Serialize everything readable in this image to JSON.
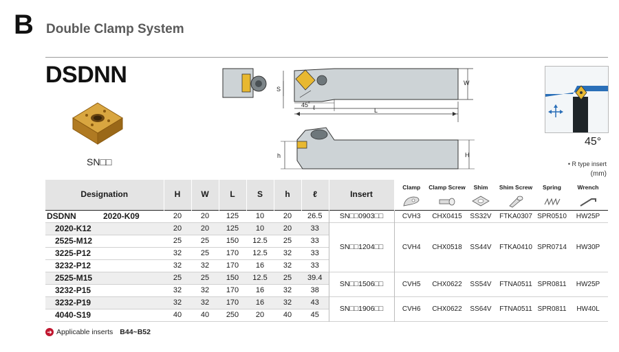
{
  "header": {
    "section_letter": "B",
    "section_title": "Double Clamp System",
    "model": "DSDNN"
  },
  "insert": {
    "label": "SN□□"
  },
  "drawing": {
    "dim_s": "S",
    "dim_w": "W",
    "dim_angle": "45˚",
    "dim_l_small": "ℓ",
    "dim_l": "L",
    "dim_h_small": "h",
    "dim_h": "H"
  },
  "angle": {
    "value": "45°"
  },
  "notes": {
    "r_type": "• R type insert",
    "unit": "(mm)"
  },
  "table": {
    "headers": {
      "designation": "Designation",
      "h_big": "H",
      "w": "W",
      "l_big": "L",
      "s": "S",
      "h_small": "h",
      "l_small": "ℓ",
      "insert": "Insert",
      "clamp": "Clamp",
      "clamp_screw": "Clamp Screw",
      "shim": "Shim",
      "shim_screw": "Shim Screw",
      "spring": "Spring",
      "wrench": "Wrench"
    },
    "family": "DSDNN",
    "rows": [
      {
        "des": "2020-K09",
        "H": "20",
        "W": "20",
        "L": "125",
        "S": "10",
        "h": "20",
        "l": "26.5"
      },
      {
        "des": "2020-K12",
        "H": "20",
        "W": "20",
        "L": "125",
        "S": "10",
        "h": "20",
        "l": "33"
      },
      {
        "des": "2525-M12",
        "H": "25",
        "W": "25",
        "L": "150",
        "S": "12.5",
        "h": "25",
        "l": "33"
      },
      {
        "des": "3225-P12",
        "H": "32",
        "W": "25",
        "L": "170",
        "S": "12.5",
        "h": "32",
        "l": "33"
      },
      {
        "des": "3232-P12",
        "H": "32",
        "W": "32",
        "L": "170",
        "S": "16",
        "h": "32",
        "l": "33"
      },
      {
        "des": "2525-M15",
        "H": "25",
        "W": "25",
        "L": "150",
        "S": "12.5",
        "h": "25",
        "l": "39.4"
      },
      {
        "des": "3232-P15",
        "H": "32",
        "W": "32",
        "L": "170",
        "S": "16",
        "h": "32",
        "l": "38"
      },
      {
        "des": "3232-P19",
        "H": "32",
        "W": "32",
        "L": "170",
        "S": "16",
        "h": "32",
        "l": "43"
      },
      {
        "des": "4040-S19",
        "H": "40",
        "W": "40",
        "L": "250",
        "S": "20",
        "h": "40",
        "l": "45"
      }
    ],
    "groups": [
      {
        "insert": "SN□□0903□□",
        "clamp": "CVH3",
        "clamp_screw": "CHX0415",
        "shim": "SS32V",
        "shim_screw": "FTKA0307",
        "spring": "SPR0510",
        "wrench": "HW25P"
      },
      {
        "insert": "SN□□1204□□",
        "clamp": "CVH4",
        "clamp_screw": "CHX0518",
        "shim": "SS44V",
        "shim_screw": "FTKA0410",
        "spring": "SPR0714",
        "wrench": "HW30P"
      },
      {
        "insert": "SN□□1506□□",
        "clamp": "CVH5",
        "clamp_screw": "CHX0622",
        "shim": "SS54V",
        "shim_screw": "FTNA0511",
        "spring": "SPR0811",
        "wrench": "HW25P"
      },
      {
        "insert": "SN□□1906□□",
        "clamp": "CVH6",
        "clamp_screw": "CHX0622",
        "shim": "SS64V",
        "shim_screw": "FTNA0511",
        "spring": "SPR0811",
        "wrench": "HW40L"
      }
    ]
  },
  "footer": {
    "text": "Applicable inserts",
    "pages": "B44~B52"
  },
  "colors": {
    "insert_gold": "#c8902a",
    "holder_gray": "#cdd3d6",
    "accent_red": "#c0162f",
    "header_gray": "#e4e4e4"
  }
}
